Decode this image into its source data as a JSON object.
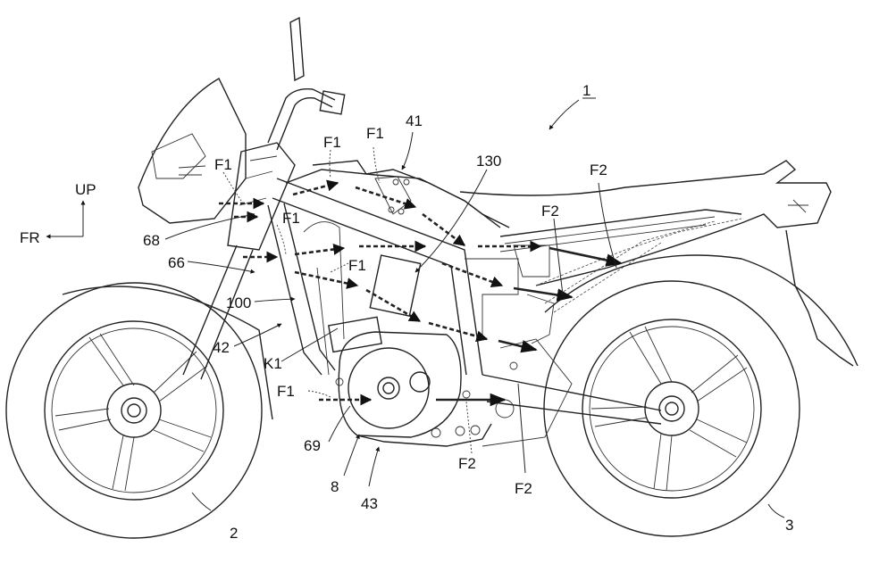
{
  "figure": {
    "title": "Motorcycle side view — airflow diagram",
    "reference_number": "1",
    "orientation": {
      "up": "UP",
      "front": "FR"
    },
    "airflow_legend": {
      "F1": "dashed arrows",
      "F2": "solid arrows"
    }
  },
  "labels": {
    "ref_1": "1",
    "up": "UP",
    "fr": "FR",
    "f1_a": "F1",
    "f1_b": "F1",
    "f1_c": "F1",
    "f1_d": "F1",
    "f1_e": "F1",
    "f1_f": "F1",
    "f2_a": "F2",
    "f2_b": "F2",
    "f2_c": "F2",
    "f2_d": "F2",
    "n41": "41",
    "n130": "130",
    "n68": "68",
    "n66": "66",
    "n100": "100",
    "n42": "42",
    "k1": "K1",
    "n69": "69",
    "n8": "8",
    "n43": "43",
    "n2": "2",
    "n3": "3"
  }
}
